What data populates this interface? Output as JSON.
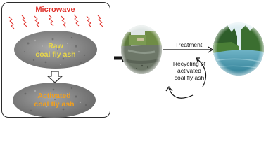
{
  "left_panel": {
    "title": "Microwave",
    "raw_label_line1": "Raw",
    "raw_label_line2": "coal fly ash",
    "activated_label_line1": "Activated",
    "activated_label_line2": "coal fly ash"
  },
  "cycle": {
    "treatment_label": "Treatment",
    "recycling_line1": "Recycling of",
    "recycling_line2": "activated",
    "recycling_line3": "coal fly ash"
  },
  "colors": {
    "microwave_red": "#e0312b",
    "raw_text": "#e8d64a",
    "activated_text": "#f0a020",
    "ash_gray": "#8f8f8f"
  },
  "icons": [
    "microwave-waves-icon",
    "down-arrow-icon",
    "right-arrow-icon",
    "cycle-arrows-icon"
  ]
}
